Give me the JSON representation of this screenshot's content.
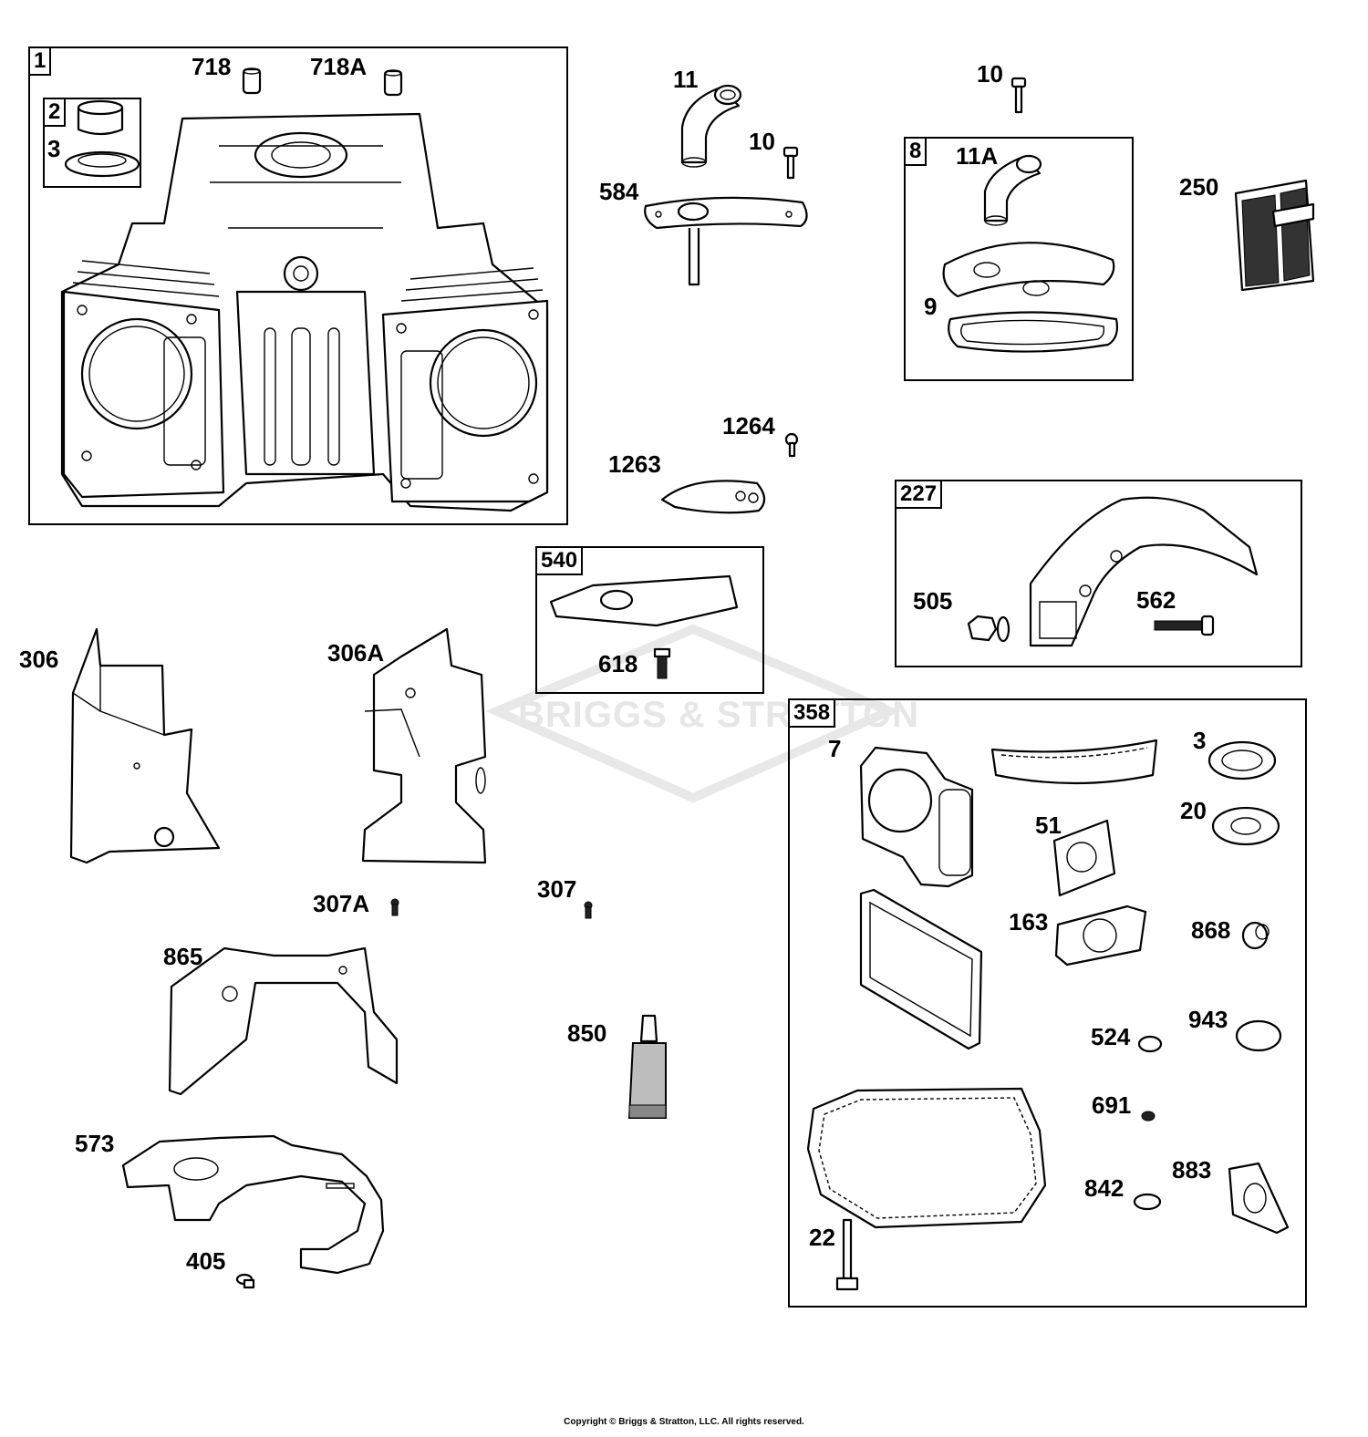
{
  "watermark": {
    "brand_text": "BRIGGS & STRATTON"
  },
  "copyright": "Copyright © Briggs & Stratton, LLC. All rights reserved.",
  "boxes": {
    "b1": "1",
    "b2": "2",
    "b8": "8",
    "b227": "227",
    "b540": "540",
    "b358": "358"
  },
  "labels": {
    "p718": "718",
    "p718a": "718A",
    "p3a": "3",
    "p11": "11",
    "p10a": "10",
    "p10b": "10",
    "p584": "584",
    "p11a": "11A",
    "p9": "9",
    "p250": "250",
    "p1264": "1264",
    "p1263": "1263",
    "p505": "505",
    "p562": "562",
    "p618": "618",
    "p306": "306",
    "p306a": "306A",
    "p307a": "307A",
    "p307": "307",
    "p865": "865",
    "p850": "850",
    "p573": "573",
    "p405": "405",
    "p7": "7",
    "p3b": "3",
    "p51": "51",
    "p20": "20",
    "p163": "163",
    "p868": "868",
    "p524": "524",
    "p943": "943",
    "p691": "691",
    "p842": "842",
    "p883": "883",
    "p22": "22"
  }
}
